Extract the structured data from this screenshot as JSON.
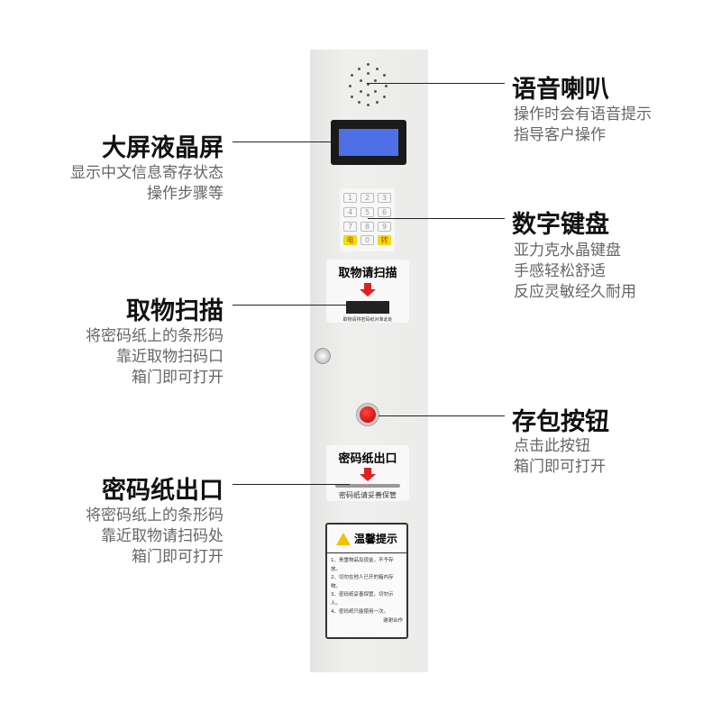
{
  "callouts": {
    "speaker": {
      "title": "语音喇叭",
      "desc": [
        "操作时会有语音提示",
        "指导客户操作"
      ]
    },
    "lcd": {
      "title": "大屏液晶屏",
      "desc": [
        "显示中文信息寄存状态",
        "操作步骤等"
      ]
    },
    "keypad": {
      "title": "数字键盘",
      "desc": [
        "亚力克水晶键盘",
        "手感轻松舒适",
        "反应灵敏经久耐用"
      ]
    },
    "scan": {
      "title": "取物扫描",
      "desc": [
        "将密码纸上的条形码",
        "靠近取物扫码口",
        "箱门即可打开"
      ]
    },
    "button": {
      "title": "存包按钮",
      "desc": [
        "点击此按钮",
        "箱门即可打开"
      ]
    },
    "paper": {
      "title": "密码纸出口",
      "desc": [
        "将密码纸上的条形码",
        "靠近取物请扫码处",
        "箱门即可打开"
      ]
    }
  },
  "panel": {
    "keys": [
      "1",
      "2",
      "3",
      "4",
      "5",
      "6",
      "7",
      "8",
      "9",
      "电",
      "0",
      "转"
    ],
    "lcd_color": "#4f6fe6",
    "scan_label": {
      "title": "取物请扫描",
      "caption": "取物请将密码纸对准此处"
    },
    "paper_label": {
      "title": "密码纸出口",
      "caption": "密码纸请妥善保管"
    },
    "button_color": "#dd1111",
    "notice": {
      "title": "温馨提示",
      "items": [
        "1、贵重物品及现金，不予存放。",
        "2、切勿在他人已开的箱内存物。",
        "3、密码纸妥善保管，切勿示人。",
        "4、密码纸只能使用一次。"
      ],
      "thanks": "谢谢合作"
    }
  }
}
